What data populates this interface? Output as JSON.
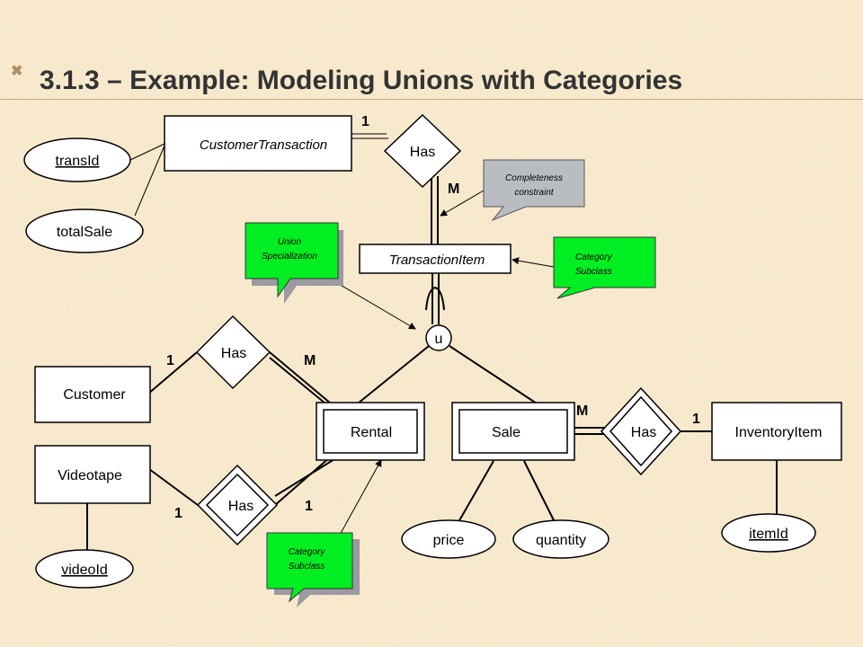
{
  "slide": {
    "title": "3.1.3 – Example: Modeling Unions with Categories"
  },
  "entities": {
    "customer_transaction": "CustomerTransaction",
    "transaction_item": "TransactionItem",
    "customer": "Customer",
    "videotape": "Videotape",
    "rental": "Rental",
    "sale": "Sale",
    "inventory_item": "InventoryItem"
  },
  "attributes": {
    "trans_id": "transId",
    "total_sale": "totalSale",
    "video_id": "videoId",
    "price": "price",
    "quantity": "quantity",
    "item_id": "itemId"
  },
  "relationships": {
    "has_transaction": "Has",
    "has_customer": "Has",
    "has_videotape": "Has",
    "has_inventory": "Has"
  },
  "union_symbol": "u",
  "cardinalities": {
    "transaction_one": "1",
    "transaction_many": "M",
    "customer_one": "1",
    "customer_many": "M",
    "videotape_one": "1",
    "videotape_rental_one": "1",
    "inventory_many": "M",
    "inventory_one": "1"
  },
  "callouts": {
    "completeness": [
      "Completeness",
      "constraint"
    ],
    "union_specialization": [
      "Union",
      "Specialization"
    ],
    "category_subclass_top": [
      "Category",
      "Subclass"
    ],
    "category_subclass_bottom": [
      "Category",
      "Subclass"
    ]
  },
  "colors": {
    "callout_green": "#00ee22",
    "callout_gray": "#b9bdc2",
    "background": "#f7e7c9"
  }
}
